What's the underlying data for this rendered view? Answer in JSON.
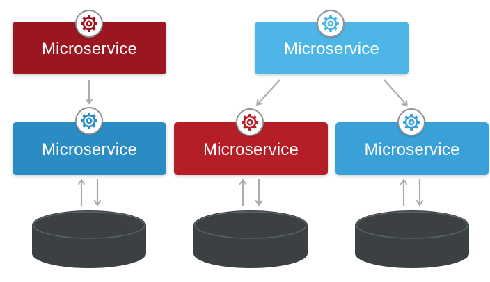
{
  "colors": {
    "red_dark": "#9c1620",
    "red": "#b51e27",
    "blue_dark": "#2b8cc4",
    "blue_light": "#4eb6e6",
    "blue": "#3aa0d8",
    "arrow": "#a9acb0",
    "database": "#3b4142",
    "badge_border": "#8f9397"
  },
  "nodes": [
    {
      "id": "ms-top-left",
      "label": "Microservice",
      "color": "#9c1620",
      "icon": "gear-icon"
    },
    {
      "id": "ms-top-right",
      "label": "Microservice",
      "color": "#4eb6e6",
      "icon": "gear-icon"
    },
    {
      "id": "ms-bottom-left",
      "label": "Microservice",
      "color": "#2b8cc4",
      "icon": "gear-icon"
    },
    {
      "id": "ms-bottom-middle",
      "label": "Microservice",
      "color": "#b51e27",
      "icon": "gear-icon"
    },
    {
      "id": "ms-bottom-right",
      "label": "Microservice",
      "color": "#3aa0d8",
      "icon": "gear-icon"
    }
  ],
  "edges": [
    {
      "from": "ms-top-left",
      "to": "ms-bottom-left",
      "type": "call"
    },
    {
      "from": "ms-top-right",
      "to": "ms-bottom-middle",
      "type": "call"
    },
    {
      "from": "ms-top-right",
      "to": "ms-bottom-right",
      "type": "call"
    },
    {
      "from": "ms-bottom-left",
      "to": "db-left",
      "type": "read-write"
    },
    {
      "from": "ms-bottom-middle",
      "to": "db-middle",
      "type": "read-write"
    },
    {
      "from": "ms-bottom-right",
      "to": "db-right",
      "type": "read-write"
    }
  ],
  "databases": [
    {
      "id": "db-left",
      "icon": "database-icon"
    },
    {
      "id": "db-middle",
      "icon": "database-icon"
    },
    {
      "id": "db-right",
      "icon": "database-icon"
    }
  ]
}
